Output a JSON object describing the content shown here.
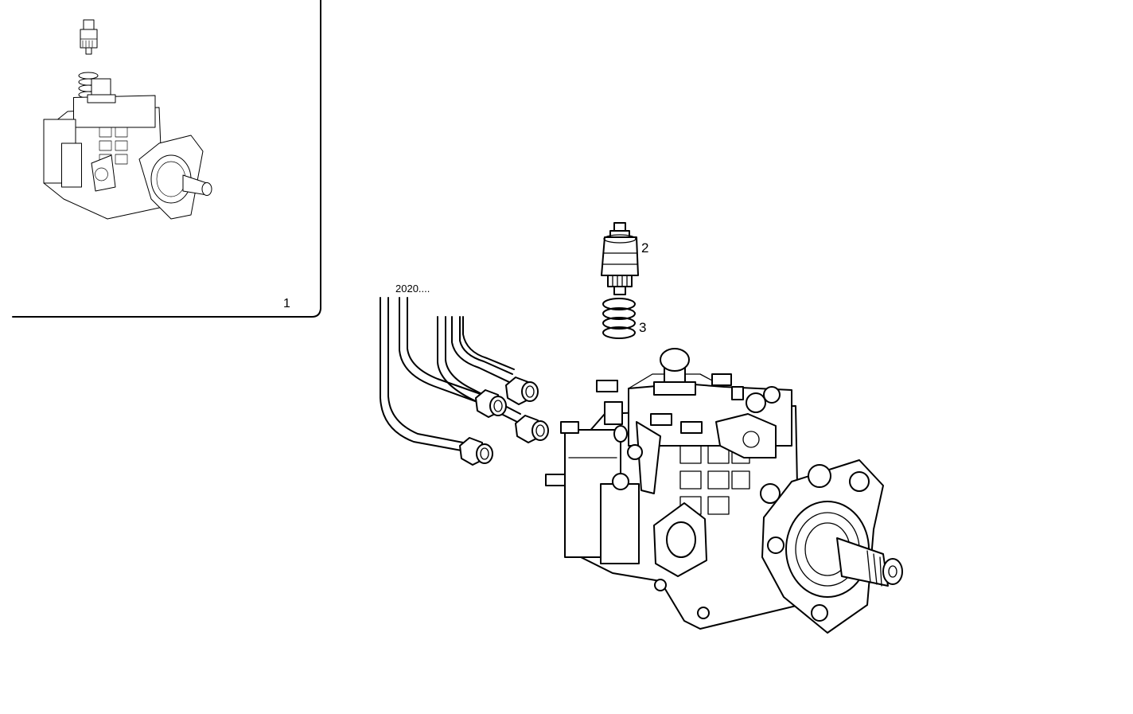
{
  "inset": {
    "callout": "1"
  },
  "main": {
    "callouts": {
      "valve": "2",
      "spring": "3",
      "pipes": "2020...."
    }
  }
}
